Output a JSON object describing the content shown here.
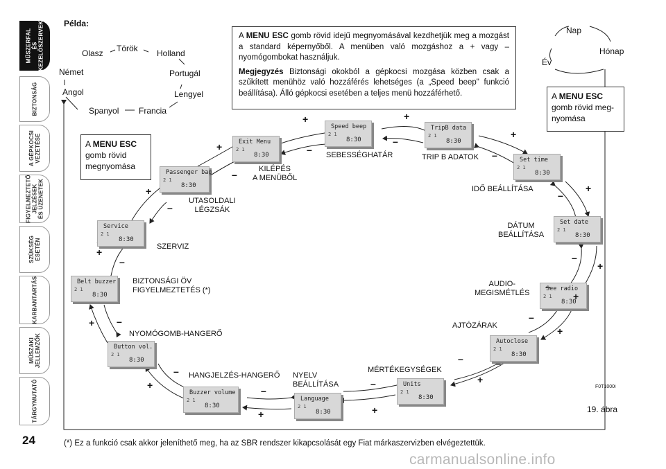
{
  "page": {
    "number": "24",
    "example_label": "Példa:",
    "figure_caption": "19. ábra",
    "figure_code": "F0T1000i",
    "footnote": "(*)  Ez a funkció csak akkor jeleníthető meg, ha az SBR rendszer kikapcsolását egy Fiat márkaszervizben elvégeztettük.",
    "watermark": "carmanualsonline.info"
  },
  "side_tabs": [
    {
      "label": "MŰSZERFAL\nÉS\nKEZELŐSZERVEK",
      "active": true
    },
    {
      "label": "BIZTONSÁG",
      "active": false
    },
    {
      "label": "A GÉPKOCSI\nVEZETÉSE",
      "active": false
    },
    {
      "label": "FIGYELMEZTETŐ\nJELZÉSEK\nÉS ÜZENETEK",
      "active": false
    },
    {
      "label": "SZÜKSÉG\nESETÉN",
      "active": false
    },
    {
      "label": "KARBANTARTÁS",
      "active": false
    },
    {
      "label": "MŰSZAKI\nJELLEMZŐK",
      "active": false
    },
    {
      "label": "TÁRGYMUTATÓ",
      "active": false
    }
  ],
  "languages": [
    "Török",
    "Olasz",
    "Holland",
    "Német",
    "Portugál",
    "Angol",
    "Lengyel",
    "Spanyol",
    "Francia"
  ],
  "date_cycle": {
    "nap": "Nap",
    "honap": "Hónap",
    "ev": "Év"
  },
  "info_box": {
    "p1_bold": "MENU ESC",
    "p1_pre": "A ",
    "p1_rest": " gomb rövid idejű megnyomásával kezdhetjük meg a mozgást a standard képernyőből. A menüben való mozgáshoz a + vagy – nyomógombokat használjuk.",
    "p2_bold": "Megjegyzés",
    "p2_rest": " Biztonsági okokból a gépkocsi mozgása közben csak a szűkített menühöz való hozzáférés lehetséges (a „Speed beep\" funkció beállítása). Álló gépkocsi esetében a teljes menü hozzáférhető."
  },
  "left_box": {
    "pre": "A ",
    "bold": "MENU ESC",
    "rest": "gomb rövid\nmegnyomása"
  },
  "right_box": {
    "pre": "A ",
    "bold": "MENU ESC",
    "rest": "gomb rövid meg-\nnyomása"
  },
  "menu_items": [
    {
      "screen": "Exit Menu",
      "label": "KILÉPÉS\nA MENÜBŐL"
    },
    {
      "screen": "Speed beep",
      "label": "SEBESSÉGHATÁR"
    },
    {
      "screen": "TripB data",
      "label": "TRIP B ADATOK"
    },
    {
      "screen": "Set time",
      "label": "IDŐ BEÁLLÍTÁSA"
    },
    {
      "screen": "Set date",
      "label": "DÁTUM\nBEÁLLÍTÁSA"
    },
    {
      "screen": "See radio",
      "label": "AUDIO-\nMEGISMÉTLÉS"
    },
    {
      "screen": "Autoclose",
      "label": "AJTÓZÁRAK"
    },
    {
      "screen": "Units",
      "label": "MÉRTÉKEGYSÉGEK"
    },
    {
      "screen": "Language",
      "label": "NYELV\nBEÁLLÍTÁSA"
    },
    {
      "screen": "Buzzer volume",
      "label": "HANGJELZÉS-HANGERŐ"
    },
    {
      "screen": "Button vol.",
      "label": "NYOMÓGOMB-HANGERŐ"
    },
    {
      "screen": "Belt buzzer",
      "label": "BIZTONSÁGI ÖV\nFIGYELMEZTETÉS (*)"
    },
    {
      "screen": "Service",
      "label": "SZERVIZ"
    },
    {
      "screen": "Passenger bag",
      "label": "UTASOLDALI\nLÉGZSÁK"
    }
  ],
  "lcd": {
    "line2": "2 1",
    "time": "8:30"
  },
  "signs": {
    "plus": "+",
    "minus": "–"
  }
}
